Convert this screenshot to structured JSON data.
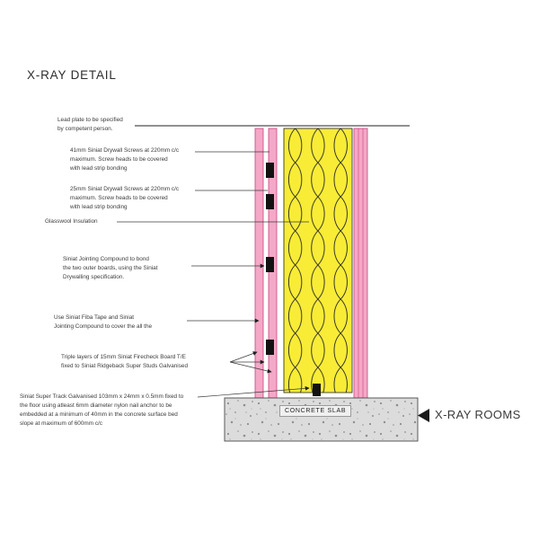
{
  "title": "X-RAY DETAIL",
  "annotations": {
    "lead_plate": "Lead plate to be specified\nby competent person.",
    "screws_41mm": "41mm Siniat Drywall Screws at 220mm c/c\nmaximum. Screw heads to be covered\nwith lead strip bonding",
    "screws_25mm": "25mm Siniat Drywall Screws at 220mm c/c\nmaximum. Screw heads to be covered\nwith lead strip bonding",
    "glasswool": "Glasswool Insulation",
    "jointing_compound": "Siniat Jointing Compound to bond\nthe two outer boards, using the Siniat\nDrywalling specification.",
    "fiba_tape": "Use Siniat Fiba Tape and Siniat\nJointing Compound to cover the all the",
    "triple_layers": "Triple layers of 15mm Siniat Firecheck Board T/E\nfixed to Siniat Ridgeback Super Studs Galvanised",
    "super_track": "Siniat Super Track Galvanised 103mm x 24mm x 0.5mm fixed to\nthe floor using atleast 6mm diameter nylon nail anchor to be\nembedded at a minimum of 40mm in the concrete surface bed\nslope at maximum of 600mm c/c",
    "concrete_slab": "CONCRETE SLAB",
    "xray_rooms": "X-RAY ROOMS"
  },
  "colors": {
    "board_fill": "#f4a8c7",
    "board_edge": "#c9437f",
    "insulation_fill": "#f8ec36",
    "line": "#232323",
    "leader": "#3c3c3c",
    "concrete_fill": "#dcdcdc",
    "concrete_speckle": "#8f8f8f",
    "text": "#3b3b3b"
  }
}
